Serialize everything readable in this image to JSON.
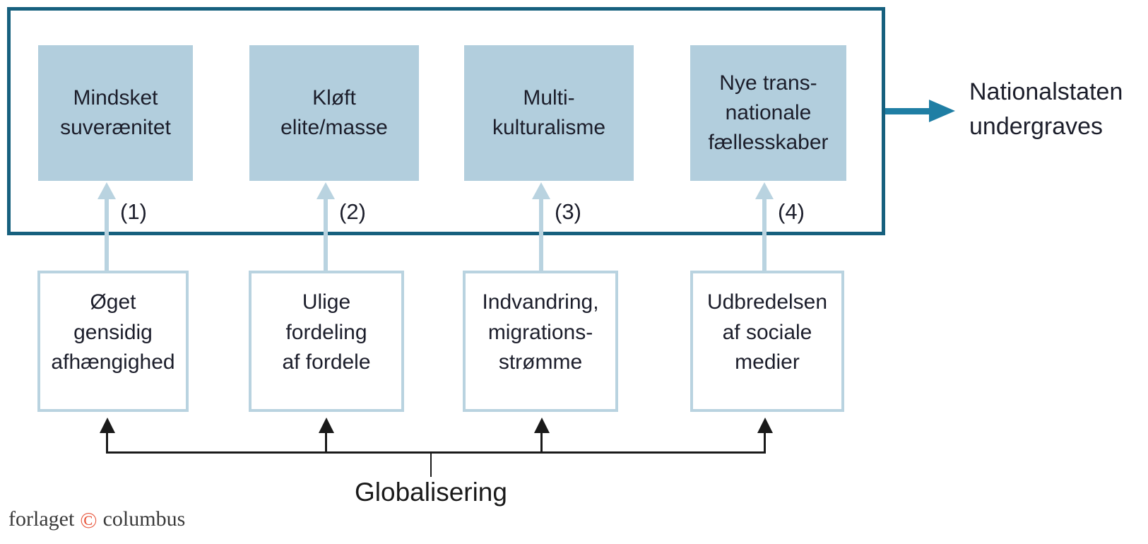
{
  "colors": {
    "outer_border": "#16607e",
    "effect_box_fill": "#b2cedd",
    "light_blue": "#b9d3e0",
    "arrow_teal": "#1f7ea4",
    "text": "#1c1e2b",
    "line_black": "#1a1a1a",
    "copyright_red": "#e8563c"
  },
  "diagram": {
    "outcome": {
      "text": "Nationalstaten\nundergraves"
    },
    "driver": {
      "label": "Globalisering"
    },
    "columns": [
      {
        "number_label": "(1)",
        "effect": "Mindsket\nsuverænitet",
        "cause": "Øget\ngensidig\nafhængighed"
      },
      {
        "number_label": "(2)",
        "effect": "Kløft\nelite/masse",
        "cause": "Ulige\nfordeling\naf fordele"
      },
      {
        "number_label": "(3)",
        "effect": "Multi-\nkulturalisme",
        "cause": "Indvandring,\nmigrations-\nstrømme"
      },
      {
        "number_label": "(4)",
        "effect": "Nye trans-\nnationale\nfællesskaber",
        "cause": "Udbredelsen\naf sociale\nmedier"
      }
    ],
    "footer": {
      "prefix": "forlaget",
      "copyright": "©",
      "suffix": "columbus"
    }
  }
}
